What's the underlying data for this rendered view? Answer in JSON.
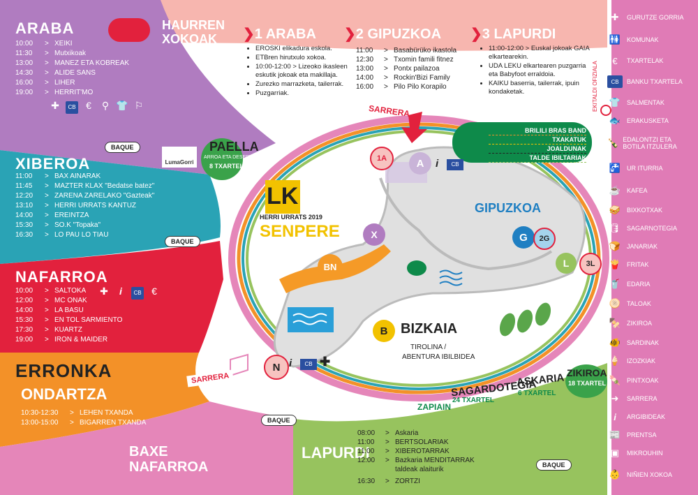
{
  "header": {
    "haurren": "HAURREN",
    "xokoak": "XOKOAK",
    "tabs": [
      {
        "num": "1",
        "label": "ARABA"
      },
      {
        "num": "2",
        "label": "GIPUZKOA"
      },
      {
        "num": "3",
        "label": "LAPURDI"
      }
    ],
    "ekitaldi": "EKITALDI OFIZIALA"
  },
  "kids": {
    "araba": [
      "EROSKI elikadura eskola.",
      "ETBren hirutxulo xokoa.",
      "10:00-12:00 > Lizeoko ikasleen eskutik jokoak eta makillaja.",
      "Zurezko marrazketa, tailerrak.",
      "Puzgarriak."
    ],
    "gipuzkoa": [
      {
        "time": "11:00",
        "text": "Basabürüko ikastola"
      },
      {
        "time": "12:30",
        "text": "Txomin famili fitnez"
      },
      {
        "time": "13:00",
        "text": "Pontx pailazoa"
      },
      {
        "time": "14:00",
        "text": "Rockin'Bizi Family"
      },
      {
        "time": "16:00",
        "text": "Pilo Pilo Korapilo"
      }
    ],
    "lapurdi": [
      "11:00-12:00 > Euskal jokoak GAIA elkartearekin.",
      "UDA LEKU elkartearen puzgarria eta Babyfoot erraldoia.",
      "KAIKU baserria, tailerrak, ipuin kondaketak."
    ]
  },
  "araba": {
    "title": "ARABA",
    "items": [
      {
        "time": "10:00",
        "text": "XEIKI"
      },
      {
        "time": "11:30",
        "text": "Mutxikoak"
      },
      {
        "time": "13:00",
        "text": "MANEZ ETA KOBREAK"
      },
      {
        "time": "14:30",
        "text": "ALIDE SANS"
      },
      {
        "time": "16:00",
        "text": "LIHER"
      },
      {
        "time": "19:00",
        "text": "HERRIT'MO"
      }
    ]
  },
  "xiberoa": {
    "title": "XIBEROA",
    "items": [
      {
        "time": "11:00",
        "text": "BAX AINARAK"
      },
      {
        "time": "11:45",
        "text": "MAZTER KLAX \"Bedatse batez\""
      },
      {
        "time": "12:20",
        "text": "ZARENA ZARELAKO \"Gazteak\""
      },
      {
        "time": "13:10",
        "text": "HERRI URRATS KANTUZ"
      },
      {
        "time": "14:00",
        "text": "EREINTZA"
      },
      {
        "time": "15:30",
        "text": "SO.K \"Topaka\""
      },
      {
        "time": "16:30",
        "text": "LO PAU LO TIAU"
      }
    ]
  },
  "nafarroa": {
    "title": "NAFARROA",
    "items": [
      {
        "time": "10:00",
        "text": "SALTOKA"
      },
      {
        "time": "12:00",
        "text": "MC ONAK"
      },
      {
        "time": "14:00",
        "text": "LA BASU"
      },
      {
        "time": "15:30",
        "text": "EN TOL SARMIENTO"
      },
      {
        "time": "17:30",
        "text": "KUARTZ"
      },
      {
        "time": "19:00",
        "text": "IRON & MAIDER"
      }
    ]
  },
  "erronka": {
    "title": "ERRONKA",
    "subtitle": "ONDARTZA",
    "items": [
      {
        "time": "10:30-12:30",
        "text": "LEHEN TXANDA"
      },
      {
        "time": "13:00-15:00",
        "text": "BIGARREN TXANDA"
      }
    ]
  },
  "baxe": {
    "line1": "BAXE",
    "line2": "NAFARROA"
  },
  "lapurdi": {
    "title": "LAPURDI",
    "items": [
      {
        "time": "08:00",
        "text": "Askaria"
      },
      {
        "time": "11:00",
        "text": "BERTSOLARIAK"
      },
      {
        "time": "11:00",
        "text": "XIBEROTARRAK"
      },
      {
        "time": "12:00",
        "text": "Bazkaria MENDITARRAK taldeak alaiturik"
      },
      {
        "time": "16:30",
        "text": "ZORTZI"
      }
    ]
  },
  "map": {
    "sarrera_top": "SARRERA",
    "sarrera_left": "SARRERA",
    "gipuzkoa": "GIPUZKOA",
    "bizkaia": "BIZKAIA",
    "tirolina": "TIROLINA /",
    "abentura": "ABENTURA IBILBIDEA",
    "lk": "LK",
    "herri_urrats": "HERRI URRATS 2019",
    "senpere": "SENPERE",
    "paella": "PAELLA",
    "paella_sub": "ARROA ETA DESERTA",
    "paella_price": "8 TXARTEL",
    "sagardotegia": "SAGARDOTEGIA",
    "sagardo_price": "24 TXARTEL",
    "askaria": "ASKARIA",
    "askaria_price": "6 TXARTEL",
    "zikiroa": "ZIKIROA",
    "zikiroa_price": "18 TXARTEL",
    "zapiain": "ZAPIAIN",
    "lumagorri": "LumaGorri",
    "baque": "BAQUE",
    "stages": [
      {
        "line": "BRILILI BRAS BAND"
      },
      {
        "line": "TXAKATUK"
      },
      {
        "line": "JOALDUNAK"
      },
      {
        "line": "TALDE IBILTARIAK"
      }
    ],
    "zones": {
      "a1": "1A",
      "a": "A",
      "x": "X",
      "bn": "BN",
      "g": "G",
      "g2": "2G",
      "l": "L",
      "l3": "3L",
      "b": "B",
      "n": "N",
      "i": "i"
    }
  },
  "legend": [
    {
      "icon": "cross-icon",
      "glyph": "✚",
      "label": "GURUTZE GORRIA"
    },
    {
      "icon": "toilet-icon",
      "glyph": "🚻",
      "label": "KOMUNAK"
    },
    {
      "icon": "ticket-icon",
      "glyph": "€",
      "label": "TXARTELAK"
    },
    {
      "icon": "card-icon",
      "glyph": "CB",
      "label": "BANKU TXARTELA"
    },
    {
      "icon": "shirt-icon",
      "glyph": "👕",
      "label": "SALMENTAK"
    },
    {
      "icon": "fish-icon",
      "glyph": "🐟",
      "label": "ERAKUSKETA"
    },
    {
      "icon": "bottle-icon",
      "glyph": "🍾",
      "label": "EDALONTZI ETA BOTILA ITZULERA"
    },
    {
      "icon": "tap-icon",
      "glyph": "🚰",
      "label": "UR ITURRIA"
    },
    {
      "icon": "coffee-icon",
      "glyph": "☕",
      "label": "KAFEA"
    },
    {
      "icon": "sandwich-icon",
      "glyph": "🥪",
      "label": "BIXKOTXAK"
    },
    {
      "icon": "barrel-icon",
      "glyph": "🛢",
      "label": "SAGARNOTEGIA"
    },
    {
      "icon": "bread-icon",
      "glyph": "🍞",
      "label": "JANARIAK"
    },
    {
      "icon": "fries-icon",
      "glyph": "🍟",
      "label": "FRITAK"
    },
    {
      "icon": "drinks-icon",
      "glyph": "🥤",
      "label": "EDARIA"
    },
    {
      "icon": "taloa-icon",
      "glyph": "🫓",
      "label": "TALOAK"
    },
    {
      "icon": "zikiro-icon",
      "glyph": "🍢",
      "label": "ZIKIROA"
    },
    {
      "icon": "sardine-icon",
      "glyph": "🐠",
      "label": "SARDINAK"
    },
    {
      "icon": "icecream-icon",
      "glyph": "🍦",
      "label": "IZOZKIAK"
    },
    {
      "icon": "pintxo-icon",
      "glyph": "🍡",
      "label": "PINTXOAK"
    },
    {
      "icon": "exit-icon",
      "glyph": "➜",
      "label": "SARRERA"
    },
    {
      "icon": "info-icon",
      "glyph": "i",
      "label": "ARGIBIDEAK"
    },
    {
      "icon": "press-icon",
      "glyph": "📰",
      "label": "PRENTSA"
    },
    {
      "icon": "microwave-icon",
      "glyph": "▣",
      "label": "MIKROUHIN"
    },
    {
      "icon": "baby-icon",
      "glyph": "👶",
      "label": "NIÑIEN XOKOA"
    }
  ],
  "colors": {
    "araba": "#b07cc0",
    "xiberoa": "#2aa3b5",
    "nafarroa": "#e2213d",
    "erronka": "#f39128",
    "lapurdi": "#97c35e",
    "baxe": "#e586b9",
    "header": "#f6a6a1",
    "legend": "#e07bb6",
    "green_dark": "#0e8a4a",
    "blue": "#1f7fc2",
    "orange": "#f59a27"
  }
}
